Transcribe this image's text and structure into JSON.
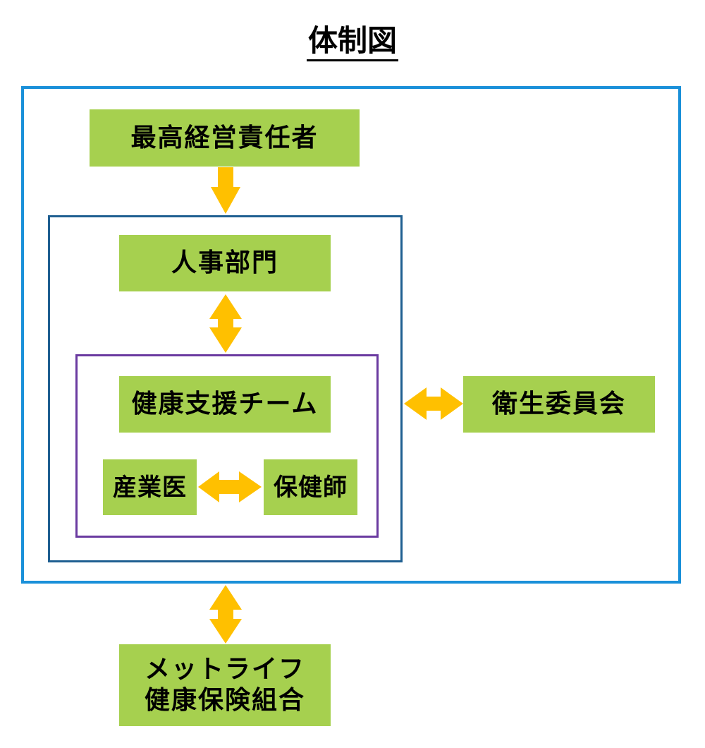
{
  "diagram": {
    "title": "体制図",
    "nodes": {
      "top_management": "最高経営責任者",
      "hr_department": "人事部門",
      "health_support_team": "健康支援チーム",
      "industrial_physician": "産業医",
      "public_health_nurse": "保健師",
      "health_committee": "衛生委員会",
      "health_insurance_union": "メットライフ\n健康保険組合"
    }
  },
  "colors": {
    "node_fill": "#a6d04f",
    "arrow": "#ffc000",
    "outer_frame": "#1a90d9",
    "mid_frame": "#1f5f91",
    "inner_frame": "#6a3aa0"
  }
}
